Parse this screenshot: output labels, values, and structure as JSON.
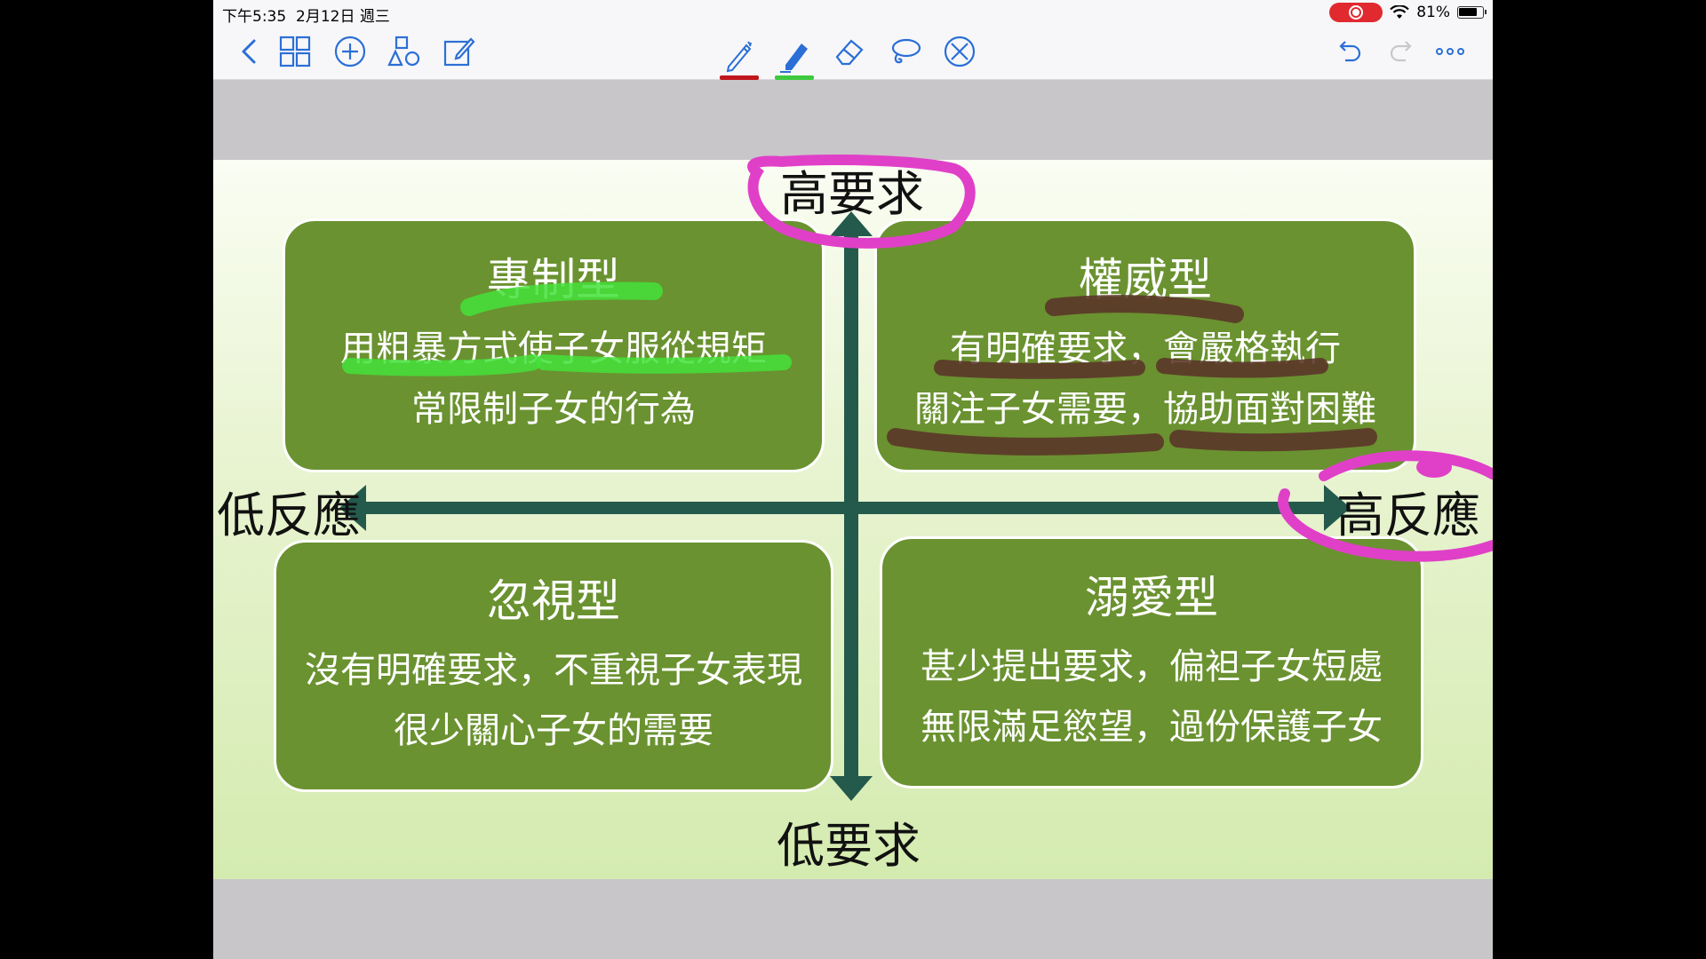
{
  "status_bar": {
    "time": "下午5:35",
    "date": "2月12日 週三",
    "battery_percent": "81%",
    "battery_level": 0.81
  },
  "toolbar": {
    "left_icons": [
      "back-icon",
      "grid-icon",
      "add-icon",
      "shapes-icon",
      "edit-icon"
    ],
    "tools": [
      {
        "name": "pen-tool",
        "underline_color": "#c0161c"
      },
      {
        "name": "highlighter-tool",
        "underline_color": "#3ec93e"
      },
      {
        "name": "eraser-tool"
      },
      {
        "name": "lasso-tool"
      },
      {
        "name": "laser-tool"
      }
    ],
    "right_icons": [
      "undo-icon",
      "redo-icon",
      "more-icon"
    ]
  },
  "slide": {
    "axis": {
      "top": "高要求",
      "bottom": "低要求",
      "left": "低反應",
      "right": "高反應"
    },
    "quadrants": {
      "top_left": {
        "title": "專制型",
        "line1": "用粗暴方式使子女服從規矩",
        "line2": "常限制子女的行為"
      },
      "top_right": {
        "title": "權威型",
        "line1": "有明確要求，會嚴格執行",
        "line2": "關注子女需要，協助面對困難"
      },
      "bottom_left": {
        "title": "忽視型",
        "line1": "沒有明確要求，不重視子女表現",
        "line2": "很少關心子女的需要"
      },
      "bottom_right": {
        "title": "溺愛型",
        "line1": "甚少提出要求，偏袒子女短處",
        "line2": "無限滿足慾望，過份保護子女"
      }
    },
    "colors": {
      "quadrant_fill": "#6a9230",
      "axis_arrow": "#235a4c",
      "magenta_ink": "#e040c8",
      "green_highlight": "#44e03a",
      "brown_highlight": "#5a3328"
    }
  }
}
